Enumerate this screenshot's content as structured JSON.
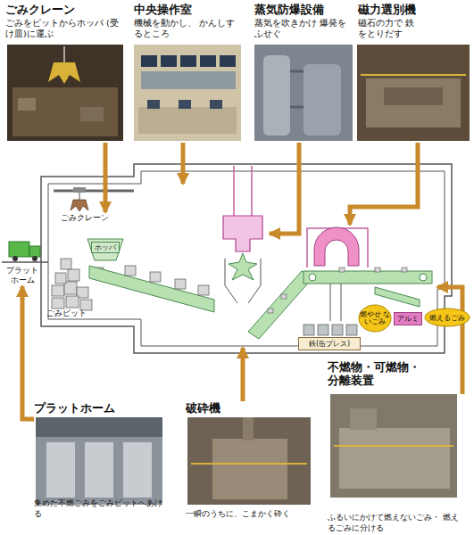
{
  "diagram": {
    "nodes": [
      {
        "text": [
          "ごみクレーン",
          "ごみをピットからホッパ (受け皿)に運ぶ"
        ]
      },
      {
        "text": [
          "中央操作室",
          "機械を動かし、 かんしするところ"
        ]
      },
      {
        "text": [
          "蒸気防爆設備",
          "蒸気を吹きかけ 爆発をふせぐ"
        ]
      },
      {
        "text": [
          "磁力選別機",
          "磁石の力で 鉄をとりだす"
        ]
      },
      {
        "text": [
          "ごみクレーン"
        ]
      },
      {
        "text": [
          "プラット ホーム"
        ]
      },
      {
        "text": [
          "ホッパ"
        ]
      },
      {
        "text": [
          "鉄(缶プレス)"
        ]
      },
      {
        "text": [
          "燃やせ ないごみ"
        ]
      },
      {
        "text": [
          "アルミ"
        ]
      },
      {
        "text": [
          "燃えるごみ"
        ]
      },
      {
        "text": [
          "プラットホーム",
          "集めた不燃ごみをごみピットへあける"
        ]
      },
      {
        "text": [
          "破砕機",
          "一瞬のうちに、こまかく砕く"
        ]
      },
      {
        "text": [
          "不燃物・可燃物・ 分離装置",
          "ふるいにかけて燃えないごみ・ 燃えるごみに分ける"
        ]
      }
    ],
    "edges": [
      {
        "from": 0,
        "to": 4,
        "arrow": "to"
      },
      {
        "from": 11,
        "to": 5,
        "arrow": "to"
      }
    ],
    "labels": [
      "ごみピット"
    ]
  }
}
